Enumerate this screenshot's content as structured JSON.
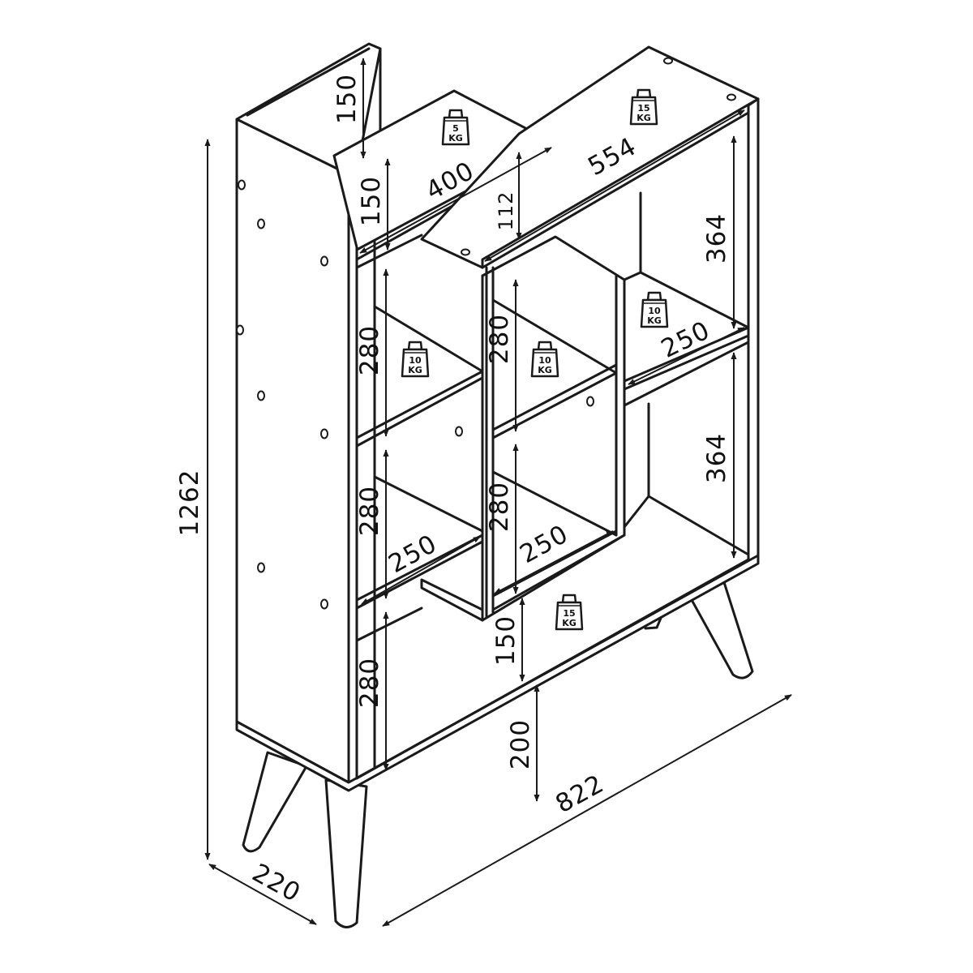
{
  "colors": {
    "line": "#1a1a1a",
    "background": "#ffffff"
  },
  "dimensions": {
    "overall_height": "1262",
    "depth": "220",
    "width": "822",
    "top_panel_left": "150",
    "top_shelf_width": "400",
    "top_step_height": "150",
    "top_right_shelf_width": "554",
    "top_mid_gap": "112",
    "right_upper_height": "364",
    "right_lower_height": "364",
    "right_shelf_depth": "250",
    "left_cube_1": "280",
    "left_cube_2": "280",
    "left_cube_3": "280",
    "mid_cube_1": "280",
    "mid_cube_2": "280",
    "left_shelf_depth": "250",
    "mid_shelf_depth": "250",
    "bottom_step": "150",
    "leg_height": "200"
  },
  "weights": [
    {
      "value": "5",
      "unit": "KG"
    },
    {
      "value": "15",
      "unit": "KG"
    },
    {
      "value": "10",
      "unit": "KG"
    },
    {
      "value": "10",
      "unit": "KG"
    },
    {
      "value": "10",
      "unit": "KG"
    },
    {
      "value": "15",
      "unit": "KG"
    }
  ]
}
